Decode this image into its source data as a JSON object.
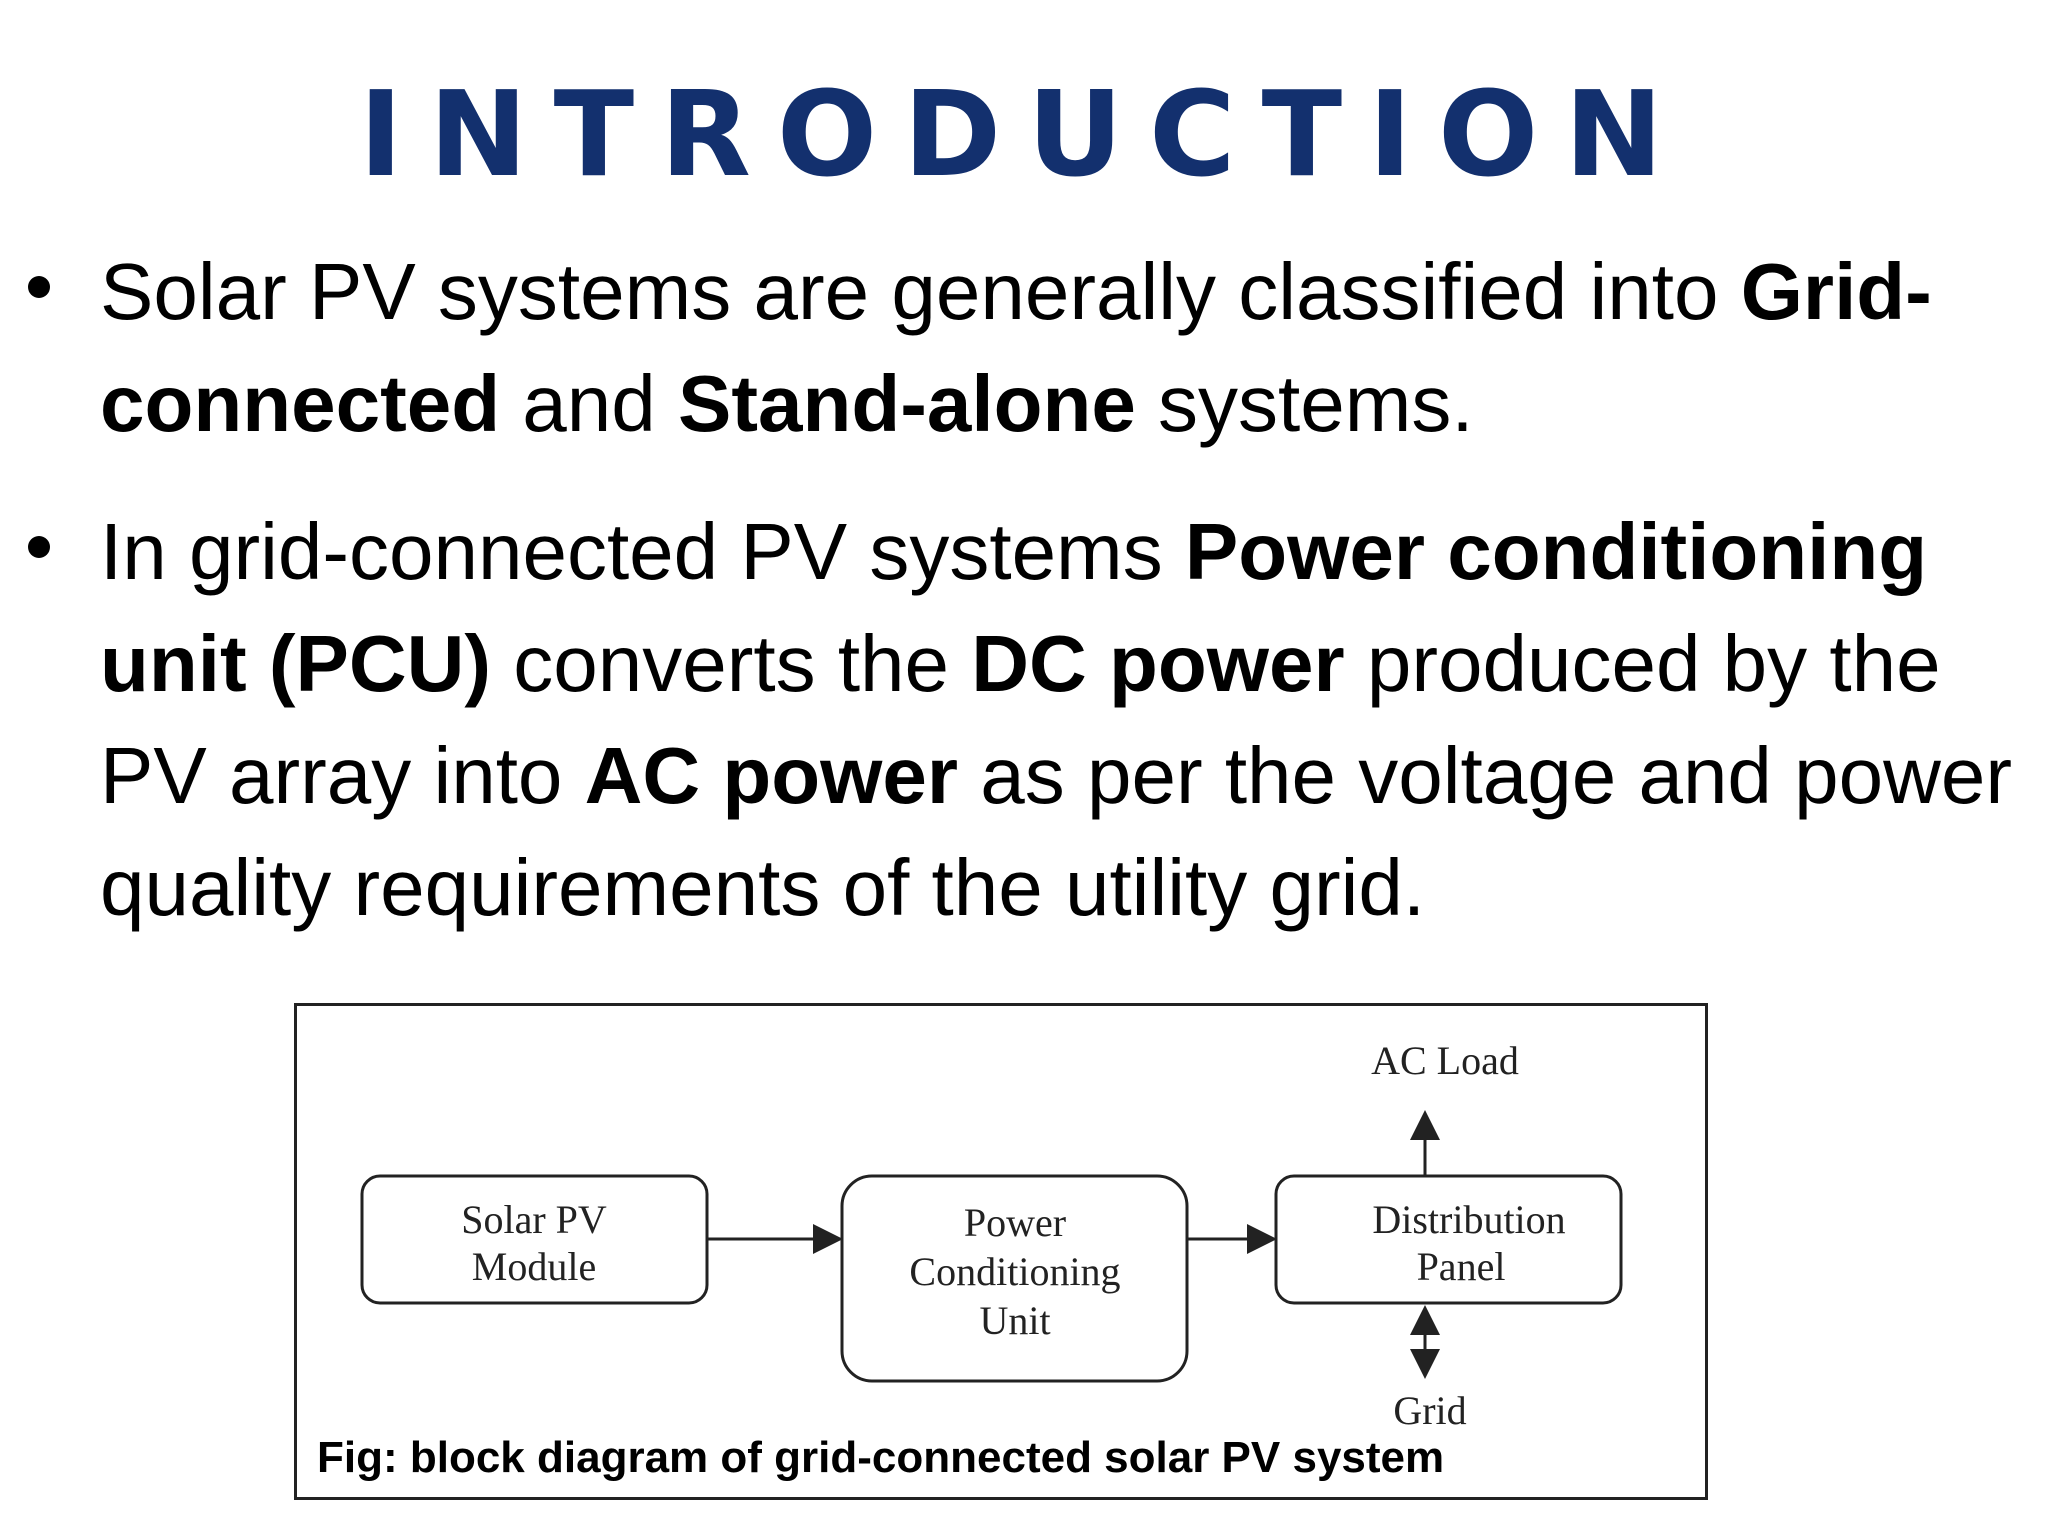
{
  "slide": {
    "title": "INTRODUCTION"
  },
  "bullets": [
    {
      "parts": [
        {
          "text": "Solar PV systems are generally classified into ",
          "bold": false
        },
        {
          "text": "Grid-connected",
          "bold": true
        },
        {
          "text": " and ",
          "bold": false
        },
        {
          "text": "Stand-alone",
          "bold": true
        },
        {
          "text": " systems.",
          "bold": false
        }
      ]
    },
    {
      "parts": [
        {
          "text": "In grid-connected PV systems ",
          "bold": false
        },
        {
          "text": "Power conditioning unit (PCU)",
          "bold": true
        },
        {
          "text": " converts the ",
          "bold": false
        },
        {
          "text": "DC power",
          "bold": true
        },
        {
          "text": " produced by the PV array into ",
          "bold": false
        },
        {
          "text": "AC power",
          "bold": true
        },
        {
          "text": " as per the voltage and power quality requirements of the utility grid.",
          "bold": false
        }
      ]
    }
  ],
  "figure": {
    "caption": "Fig: block diagram of grid-connected solar PV system",
    "blocks": {
      "solar_pv_module": [
        "Solar PV",
        "Module"
      ],
      "power_conditioning_unit": [
        "Power",
        "Conditioning",
        "Unit"
      ],
      "distribution_panel": [
        "Distribution",
        "Panel"
      ]
    },
    "labels": {
      "ac_load": "AC Load",
      "grid": "Grid"
    }
  }
}
